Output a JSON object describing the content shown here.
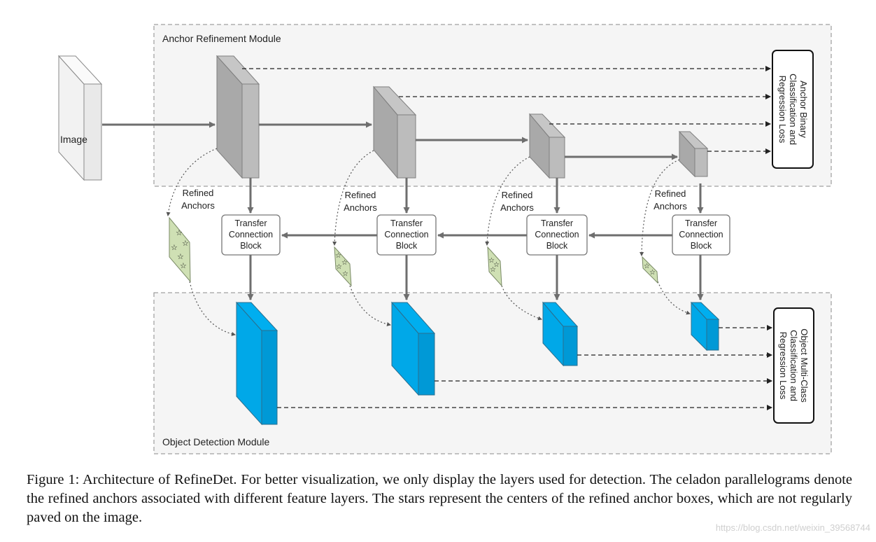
{
  "modules": {
    "arm_title": "Anchor Refinement Module",
    "odm_title": "Object Detection Module"
  },
  "input": {
    "label": "Image"
  },
  "losses": {
    "arm": [
      "Anchor Binary",
      "Classification and",
      "Regression Loss"
    ],
    "odm": [
      "Object Multi-Class",
      "Classification and",
      "Regression Loss"
    ]
  },
  "tcb": {
    "lines": [
      "Transfer",
      "Connection",
      "Block"
    ]
  },
  "refined_anchors": {
    "lines": [
      "Refined",
      "Anchors"
    ]
  },
  "colors": {
    "arm_layer": "#b3b3b3",
    "odm_layer": "#00aeef",
    "anchor_fill": "#cfe0b4",
    "arrow": "#6e6e6e",
    "module_bg": "#f5f5f5"
  },
  "caption": "Figure 1: Architecture of RefineDet. For better visualization, we only display the layers used for detection. The celadon parallelograms denote the refined anchors associated with different feature layers. The stars represent the centers of the refined anchor boxes, which are not regularly paved on the image.",
  "watermark": "https://blog.csdn.net/weixin_39568744"
}
